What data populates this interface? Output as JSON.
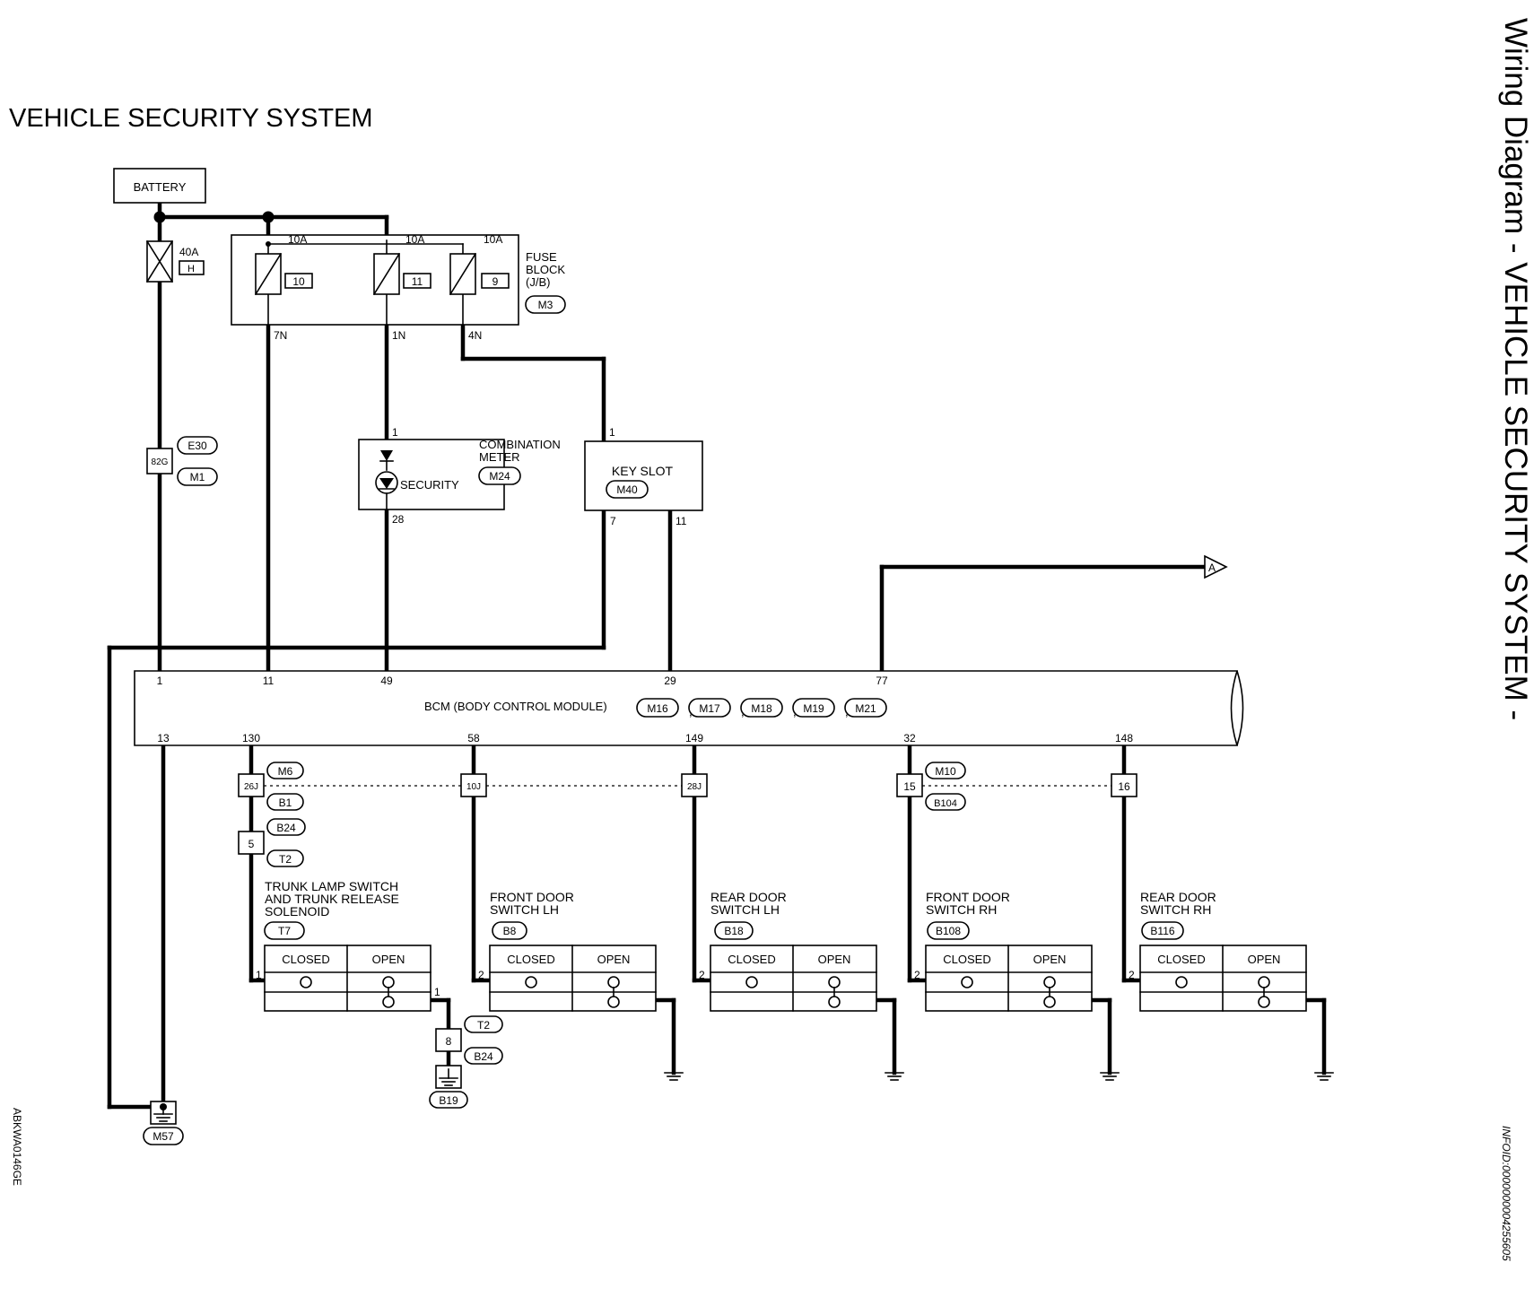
{
  "title": "VEHICLE SECURITY SYSTEM",
  "side_title": "Wiring Diagram - VEHICLE SECURITY SYSTEM -",
  "diagram_code": "ABKWA0146GE",
  "info_id": "INFOID:0000000004255605",
  "battery": {
    "label": "BATTERY"
  },
  "fusible_link": {
    "rating": "40A",
    "id": "H"
  },
  "fuse_block": {
    "label1": "FUSE",
    "label2": "BLOCK",
    "label3": "(J/B)",
    "connector": "M3",
    "fuses": [
      {
        "rating": "10A",
        "number": "10",
        "terminal": "7N"
      },
      {
        "rating": "10A",
        "number": "11",
        "terminal": "1N"
      },
      {
        "rating": "10A",
        "number": "9",
        "terminal": "4N"
      }
    ]
  },
  "joint_82g": {
    "id": "82G",
    "connectors": [
      "E30",
      "M1"
    ]
  },
  "combination_meter": {
    "label1": "COMBINATION",
    "label2": "METER",
    "connector": "M24",
    "indicator": "SECURITY",
    "pin_in": "1",
    "pin_out": "28"
  },
  "key_slot": {
    "label": "KEY SLOT",
    "connector": "M40",
    "pin_in": "1",
    "pin_a": "7",
    "pin_b": "11"
  },
  "bcm": {
    "label": "BCM (BODY CONTROL MODULE)",
    "connectors": [
      "M16",
      "M17",
      "M18",
      "M19",
      "M21"
    ],
    "top_pins": [
      "1",
      "11",
      "49",
      "29",
      "77"
    ],
    "bottom_pins": [
      "13",
      "130",
      "58",
      "149",
      "32",
      "148"
    ]
  },
  "offpage": {
    "label": "A"
  },
  "joints": {
    "j26": "26J",
    "j10": "10J",
    "j28": "28J",
    "j15": "15",
    "j16": "16",
    "j5": "5",
    "j8": "8",
    "m6": "M6",
    "b1": "B1",
    "b24": "B24",
    "t2": "T2",
    "m10": "M10",
    "b104": "B104",
    "t2b": "T2",
    "b24b": "B24",
    "b19": "B19",
    "m57": "M57"
  },
  "switches": [
    {
      "line1": "TRUNK LAMP SWITCH",
      "line2": "AND TRUNK RELEASE",
      "line3": "SOLENOID",
      "connector": "T7",
      "pin": "1",
      "pin2": "1",
      "closed": "CLOSED",
      "open": "OPEN"
    },
    {
      "line1": "FRONT DOOR",
      "line2": "SWITCH LH",
      "connector": "B8",
      "pin": "2",
      "closed": "CLOSED",
      "open": "OPEN"
    },
    {
      "line1": "REAR DOOR",
      "line2": "SWITCH LH",
      "connector": "B18",
      "pin": "2",
      "closed": "CLOSED",
      "open": "OPEN"
    },
    {
      "line1": "FRONT DOOR",
      "line2": "SWITCH RH",
      "connector": "B108",
      "pin": "2",
      "closed": "CLOSED",
      "open": "OPEN"
    },
    {
      "line1": "REAR DOOR",
      "line2": "SWITCH RH",
      "connector": "B116",
      "pin": "2",
      "closed": "CLOSED",
      "open": "OPEN"
    }
  ]
}
